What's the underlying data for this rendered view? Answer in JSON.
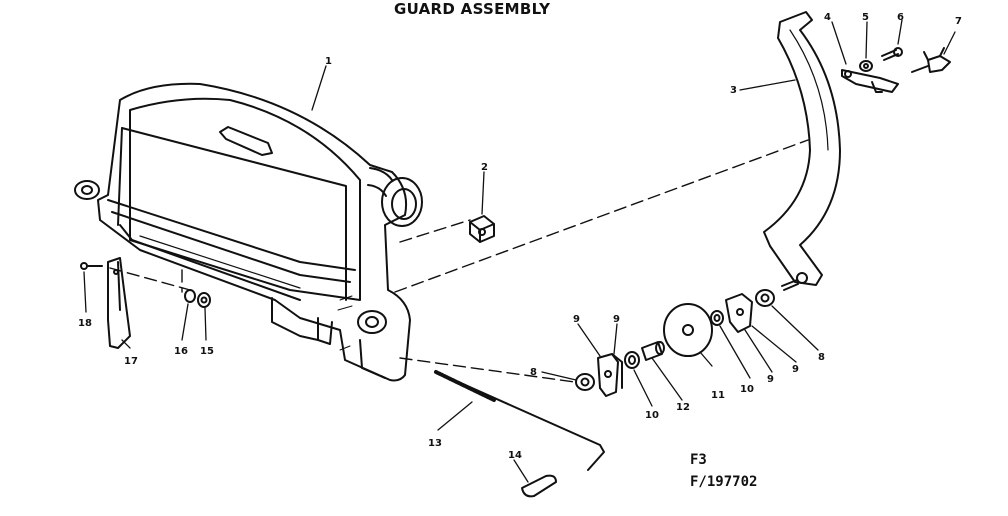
{
  "title": "GUARD ASSEMBLY",
  "figure_code": "F3",
  "part_code": "F/197702",
  "callouts": [
    {
      "id": "c1",
      "label": "1"
    },
    {
      "id": "c2",
      "label": "2"
    },
    {
      "id": "c3",
      "label": "3"
    },
    {
      "id": "c4",
      "label": "4"
    },
    {
      "id": "c5",
      "label": "5"
    },
    {
      "id": "c6",
      "label": "6"
    },
    {
      "id": "c7",
      "label": "7"
    },
    {
      "id": "c8a",
      "label": "8"
    },
    {
      "id": "c8b",
      "label": "8"
    },
    {
      "id": "c9a",
      "label": "9"
    },
    {
      "id": "c9b",
      "label": "9"
    },
    {
      "id": "c9c",
      "label": "9"
    },
    {
      "id": "c9d",
      "label": "9"
    },
    {
      "id": "c10a",
      "label": "10"
    },
    {
      "id": "c10b",
      "label": "10"
    },
    {
      "id": "c11",
      "label": "11"
    },
    {
      "id": "c12",
      "label": "12"
    },
    {
      "id": "c13",
      "label": "13"
    },
    {
      "id": "c14",
      "label": "14"
    },
    {
      "id": "c15",
      "label": "15"
    },
    {
      "id": "c16",
      "label": "16"
    },
    {
      "id": "c17",
      "label": "17"
    },
    {
      "id": "c18",
      "label": "18"
    }
  ]
}
